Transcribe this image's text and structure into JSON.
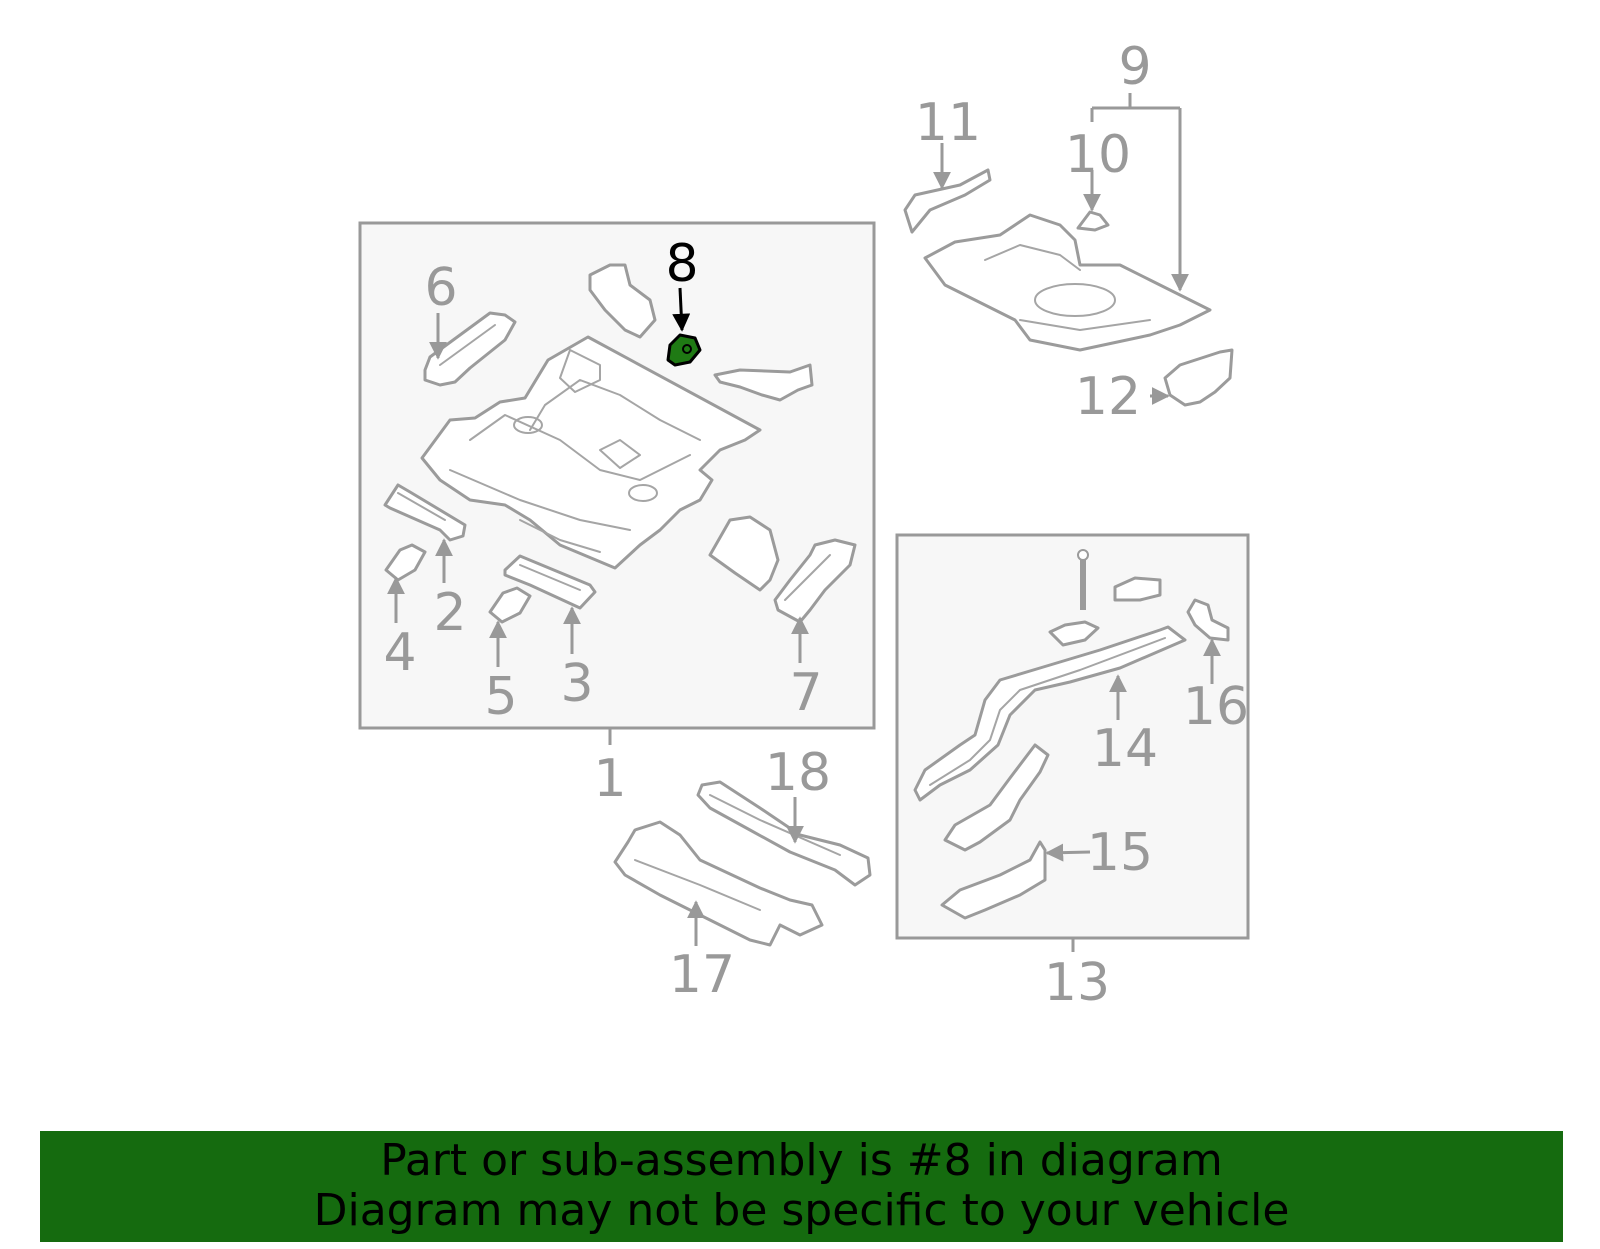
{
  "diagram": {
    "highlight_color": "#1f7a14",
    "callouts": {
      "c1": "1",
      "c2": "2",
      "c3": "3",
      "c4": "4",
      "c5": "5",
      "c6": "6",
      "c7": "7",
      "c8": "8",
      "c9": "9",
      "c10": "10",
      "c11": "11",
      "c12": "12",
      "c13": "13",
      "c14": "14",
      "c15": "15",
      "c16": "16",
      "c17": "17",
      "c18": "18"
    },
    "highlighted_part": "8"
  },
  "banner": {
    "background": "#156b0f",
    "line1": "Part or sub-assembly is #8 in diagram",
    "line2": "Diagram may not be specific to your vehicle"
  }
}
